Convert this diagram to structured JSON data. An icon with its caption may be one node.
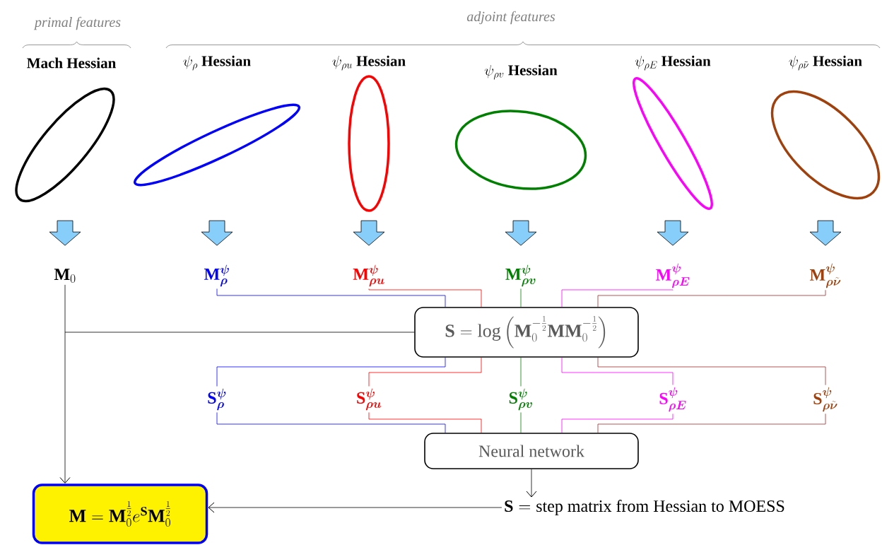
{
  "diagram": {
    "nodes": [
      {
        "text": [
          "Mach Hessian"
        ]
      },
      {
        "text": [
          "\\psi_{\\rho}\\ \\textbf{Hessian}"
        ]
      },
      {
        "text": [
          "\\psi_{\\rho u}\\ \\textbf{Hessian}"
        ]
      },
      {
        "text": [
          "\\psi_{\\rho v}\\ \\textbf{Hessian}"
        ]
      },
      {
        "text": [
          "\\psi_{\\rho E}\\ \\textbf{Hessian}"
        ]
      },
      {
        "text": [
          "\\psi_{\\rho\\tilde{\\nu}}\\ \\textbf{Hessian}"
        ]
      },
      {
        "text": [
          "\\mathbf{M}_0"
        ]
      },
      {
        "text": [
          "\\mathbf{M}^{\\bm{\\psi}}_{\\bm{\\rho}}"
        ]
      },
      {
        "text": [
          "\\mathbf{M}^{\\bm{\\psi}}_{\\bm{\\rho u}}"
        ]
      },
      {
        "text": [
          "\\mathbf{M}^{\\bm{\\psi}}_{\\bm{\\rho v}}"
        ]
      },
      {
        "text": [
          "\\mathbf{M}^{\\bm{\\psi}}_{\\bm{\\rho E}}"
        ]
      },
      {
        "text": [
          "\\mathbf{M}^{\\bm{\\psi}}_{\\bm{\\rho\\tilde{\\nu}}}"
        ]
      },
      {
        "text": [
          "\\mathbf{S} = \\log\\left(\\mathbf{M}_0^{-\\frac{1}{2}}\\mathbf{M}\\mathbf{M}_0^{-\\frac{1}{2}}\\right)"
        ]
      },
      {
        "text": [
          "\\mathbf{S}^{\\bm{\\psi}}_{\\bm{\\rho}}"
        ]
      },
      {
        "text": [
          "\\mathbf{S}^{\\bm{\\psi}}_{\\bm{\\rho u}}"
        ]
      },
      {
        "text": [
          "\\mathbf{S}^{\\bm{\\psi}}_{\\bm{\\rho v}}"
        ]
      },
      {
        "text": [
          "\\mathbf{S}^{\\bm{\\psi}}_{\\bm{\\rho E}}"
        ]
      },
      {
        "text": [
          "\\mathbf{S}^{\\bm{\\psi}}_{\\bm{\\rho\\tilde{\\nu}}}"
        ]
      },
      {
        "text": [
          "Neural network"
        ]
      },
      {
        "text": [
          "\\mathbf{S} = \\text{step matrix from Hessian to MOESS}"
        ]
      },
      {
        "text": [
          "\\mathbf{M} = \\mathbf{M}_0^{\\frac{1}{2}} e^{\\mathbf{S}} \\mathbf{M}_0^{\\frac{1}{2}}"
        ]
      }
    ],
    "edges": [
      {
        "from": 0,
        "to": 6,
        "arrow": "to",
        "style": "thick",
        "color": "#87cefa"
      },
      {
        "from": 1,
        "to": 7,
        "arrow": "to",
        "style": "thick",
        "color": "#87cefa"
      },
      {
        "from": 2,
        "to": 8,
        "arrow": "to",
        "style": "thick",
        "color": "#87cefa"
      },
      {
        "from": 3,
        "to": 9,
        "arrow": "to",
        "style": "thick",
        "color": "#87cefa"
      },
      {
        "from": 4,
        "to": 10,
        "arrow": "to",
        "style": "thick",
        "color": "#87cefa"
      },
      {
        "from": 5,
        "to": 11,
        "arrow": "to",
        "style": "thick",
        "color": "#87cefa"
      },
      {
        "from": 6,
        "to": 20,
        "arrow": "to"
      },
      {
        "from": 6,
        "to": 12,
        "arrow": "none"
      },
      {
        "from": 7,
        "to": 12,
        "arrow": "none",
        "color": "#0000ff"
      },
      {
        "from": 8,
        "to": 12,
        "arrow": "none",
        "color": "#ff0000"
      },
      {
        "from": 9,
        "to": 12,
        "arrow": "none",
        "color": "#008000"
      },
      {
        "from": 10,
        "to": 12,
        "arrow": "none",
        "color": "#ff00ff"
      },
      {
        "from": 11,
        "to": 12,
        "arrow": "none",
        "color": "#a52a2a"
      },
      {
        "from": 12,
        "to": 13,
        "arrow": "none",
        "color": "#0000ff"
      },
      {
        "from": 12,
        "to": 14,
        "arrow": "none",
        "color": "#ff0000"
      },
      {
        "from": 12,
        "to": 15,
        "arrow": "none",
        "color": "#008000"
      },
      {
        "from": 12,
        "to": 16,
        "arrow": "none",
        "color": "#ff00ff"
      },
      {
        "from": 12,
        "to": 17,
        "arrow": "none",
        "color": "#a52a2a"
      },
      {
        "from": 13,
        "to": 18,
        "arrow": "none",
        "color": "#0000ff"
      },
      {
        "from": 14,
        "to": 18,
        "arrow": "none",
        "color": "#ff0000"
      },
      {
        "from": 15,
        "to": 18,
        "arrow": "none",
        "color": "#008000"
      },
      {
        "from": 16,
        "to": 18,
        "arrow": "none",
        "color": "#ff00ff"
      },
      {
        "from": 17,
        "to": 18,
        "arrow": "none",
        "color": "#a52a2a"
      },
      {
        "from": 18,
        "to": 19,
        "arrow": "to"
      },
      {
        "from": 19,
        "to": 20,
        "arrow": "to"
      }
    ],
    "labels": [
      "primal features",
      "adjoint features"
    ]
  }
}
